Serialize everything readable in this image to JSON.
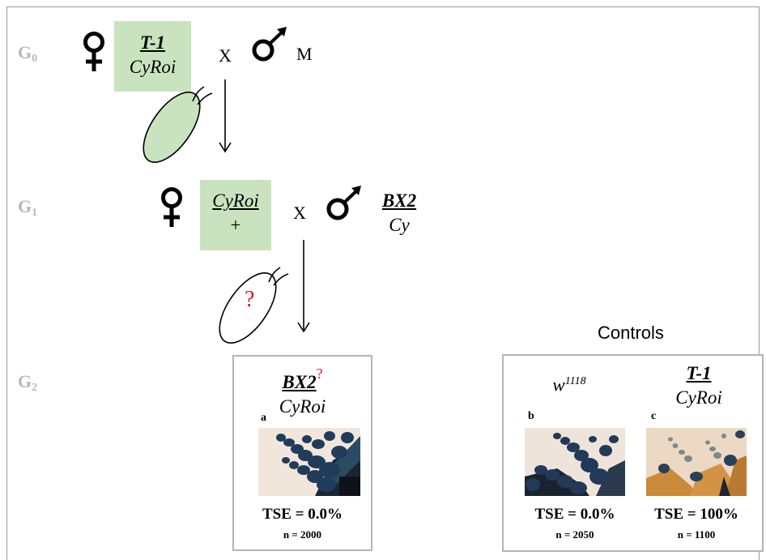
{
  "generations": {
    "g0": {
      "letter": "G",
      "sub": "0"
    },
    "g1": {
      "letter": "G",
      "sub": "1"
    },
    "g2": {
      "letter": "G",
      "sub": "2"
    }
  },
  "cross_g0": {
    "female_genotype_top": "T-1",
    "female_genotype_bottom": "CyRoi",
    "cross_symbol": "X",
    "male_genotype": "M"
  },
  "cross_g1": {
    "female_genotype_top": "CyRoi",
    "female_genotype_bottom": "+",
    "cross_symbol": "X",
    "male_genotype_top": "BX2",
    "male_genotype_bottom": "Cy"
  },
  "egg_question": "?",
  "colors": {
    "green_box": "#c9e3bf",
    "egg_green": "#c9e3bf",
    "question_red": "#e0181f",
    "gen_gray": "#b8b8b8"
  },
  "panel_a": {
    "genotype_top": "BX2",
    "genotype_mark": "?",
    "genotype_bottom": "CyRoi",
    "label": "a",
    "tse": "TSE = 0.0%",
    "n": "n = 2000"
  },
  "controls": {
    "title": "Controls",
    "b": {
      "genotype": "w",
      "genotype_sup": "1118",
      "label": "b",
      "tse": "TSE = 0.0%",
      "n": "n = 2050"
    },
    "c": {
      "genotype_top": "T-1",
      "genotype_bottom": "CyRoi",
      "label": "c",
      "tse": "TSE = 100%",
      "n": "n = 1100"
    }
  }
}
